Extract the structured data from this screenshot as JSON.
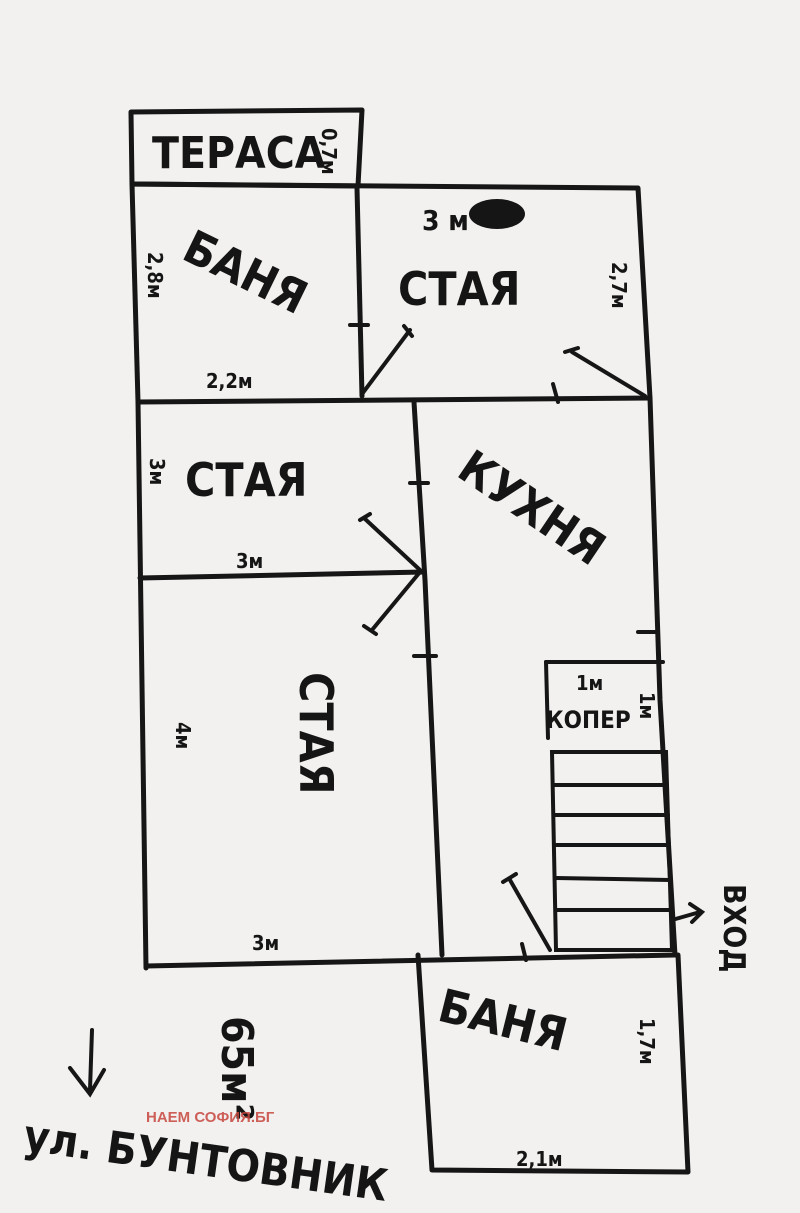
{
  "rooms": {
    "terrace": "ТЕРАСА",
    "bath_top": "БАНЯ",
    "room_top_right": "СТАЯ",
    "room_mid_left": "СТАЯ",
    "kitchen": "КУХНЯ",
    "room_big": "СТАЯ",
    "cooper": "КОПЕР",
    "bath_bottom": "БАНЯ"
  },
  "dimensions": {
    "terrace_side": "0,7м",
    "bath_top_side": "2,8м",
    "bath_top_bottom": "2,2м",
    "room_top_right_top": "3 м",
    "room_top_right_side": "2,7м",
    "room_mid_left_side": "3м",
    "room_mid_left_bottom": "3м",
    "room_big_side": "4м",
    "room_big_bottom": "3м",
    "cooper_top": "1м",
    "cooper_side": "1м",
    "bath_bottom_side": "1,7м",
    "bath_bottom_bottom": "2,1м",
    "total_area": "65м²"
  },
  "labels": {
    "entrance": "ВХОД",
    "street": "ул. БУНТОВНИК",
    "watermark": "НАЕМ СОФИЯ.БГ"
  },
  "colors": {
    "paper": "#f2f1ef",
    "ink": "#161616",
    "watermark": "#c7463e"
  }
}
